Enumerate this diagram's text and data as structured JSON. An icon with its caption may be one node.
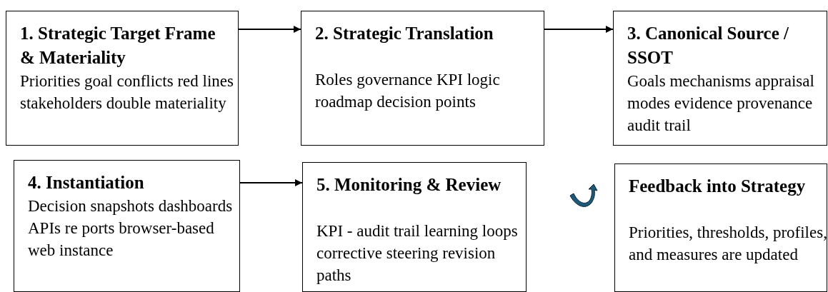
{
  "diagram": {
    "nodes": [
      {
        "text": [
          "1. Strategic Target Frame & Materiality",
          "Priorities goal conflicts red lines stakeholders double materiality"
        ]
      },
      {
        "text": [
          "2. Strategic Translation",
          "Roles governance KPI logic roadmap decision points"
        ]
      },
      {
        "text": [
          "3. Canonical Source / SSOT",
          "Goals mechanisms appraisal modes evidence provenance audit trail"
        ]
      },
      {
        "text": [
          "4. Instantiation",
          "Decision snapshots dashboards APIs re ports browser-based web instance"
        ]
      },
      {
        "text": [
          "5. Monitoring & Review",
          "KPI - audit trail learning loops corrective steering revision paths"
        ]
      },
      {
        "text": [
          "Feedback into Strategy",
          "Priorities, thresholds, profiles, and measures are updated"
        ]
      }
    ],
    "edges": [
      {
        "from": 0,
        "to": 1,
        "arrow": "to"
      },
      {
        "from": 1,
        "to": 2,
        "arrow": "to"
      },
      {
        "from": 3,
        "to": 4,
        "arrow": "to"
      }
    ]
  }
}
